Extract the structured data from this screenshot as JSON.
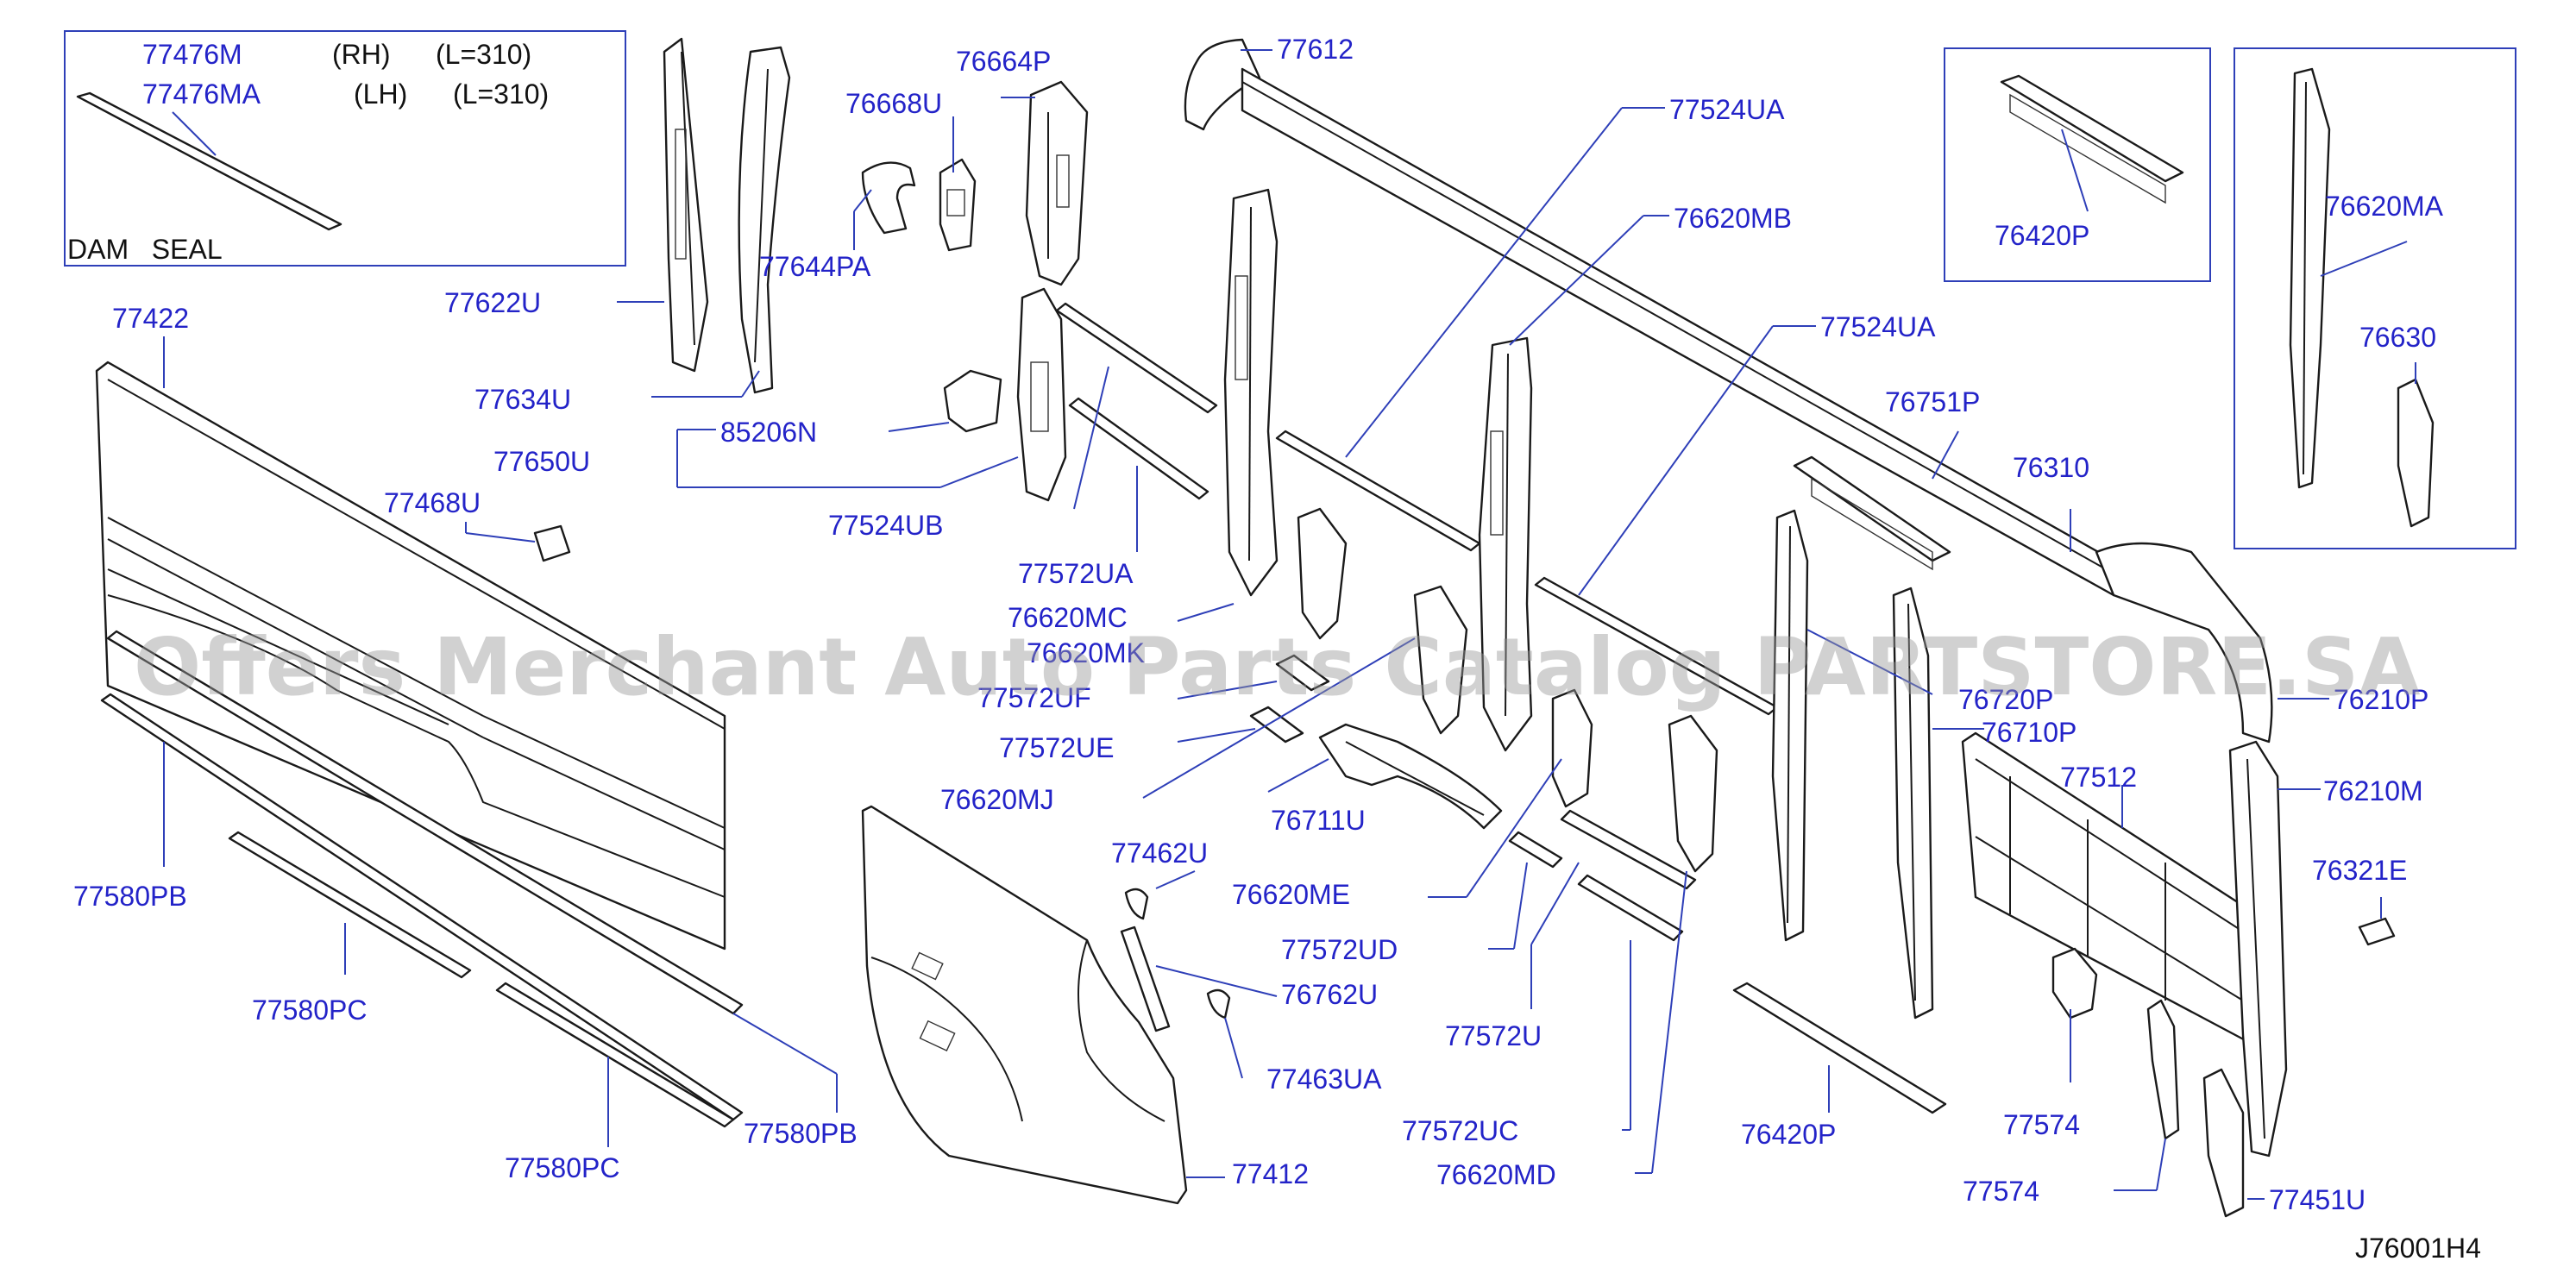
{
  "watermark": "Offers Merchant Auto Parts Catalog PARTSTORE.SA",
  "diagram_code": "J76001H4",
  "inset_dam_seal": {
    "rows": [
      {
        "part": "77476M",
        "side": "(RH)",
        "length": "(L=310)"
      },
      {
        "part": "77476MA",
        "side": "(LH)",
        "length": "(L=310)"
      }
    ],
    "caption": "DAM   SEAL"
  },
  "labels": {
    "l77612": "77612",
    "l76664P": "76664P",
    "l76668U": "76668U",
    "l77524UA_top": "77524UA",
    "l76620MB": "76620MB",
    "l77524UA_mid": "77524UA",
    "l77644PA": "77644PA",
    "l77622U": "77622U",
    "l77634U": "77634U",
    "l85206N": "85206N",
    "l77650U": "77650U",
    "l77468U": "77468U",
    "l77524UB": "77524UB",
    "l77572UA": "77572UA",
    "l76620MC": "76620MC",
    "l76620MK": "76620MK",
    "l77572UF": "77572UF",
    "l77572UE": "77572UE",
    "l76620MJ": "76620MJ",
    "l76711U": "76711U",
    "l77422": "77422",
    "l77580PB_left": "77580PB",
    "l77580PC_left": "77580PC",
    "l77580PB_right": "77580PB",
    "l77580PC_bottom": "77580PC",
    "l77462U": "77462U",
    "l76620ME": "76620ME",
    "l76762U": "76762U",
    "l77572UD": "77572UD",
    "l77463UA": "77463UA",
    "l77572U": "77572U",
    "l77572UC": "77572UC",
    "l76620MD": "76620MD",
    "l77412": "77412",
    "l76751P": "76751P",
    "l76310": "76310",
    "l76720P": "76720P",
    "l76710P": "76710P",
    "l76210P": "76210P",
    "l77512": "77512",
    "l76210M": "76210M",
    "l76321E": "76321E",
    "l76420P_bottom": "76420P",
    "l77574_a": "77574",
    "l77574_b": "77574",
    "l77451U": "77451U",
    "l76420P_inset": "76420P",
    "l76620MA": "76620MA",
    "l76630": "76630"
  }
}
